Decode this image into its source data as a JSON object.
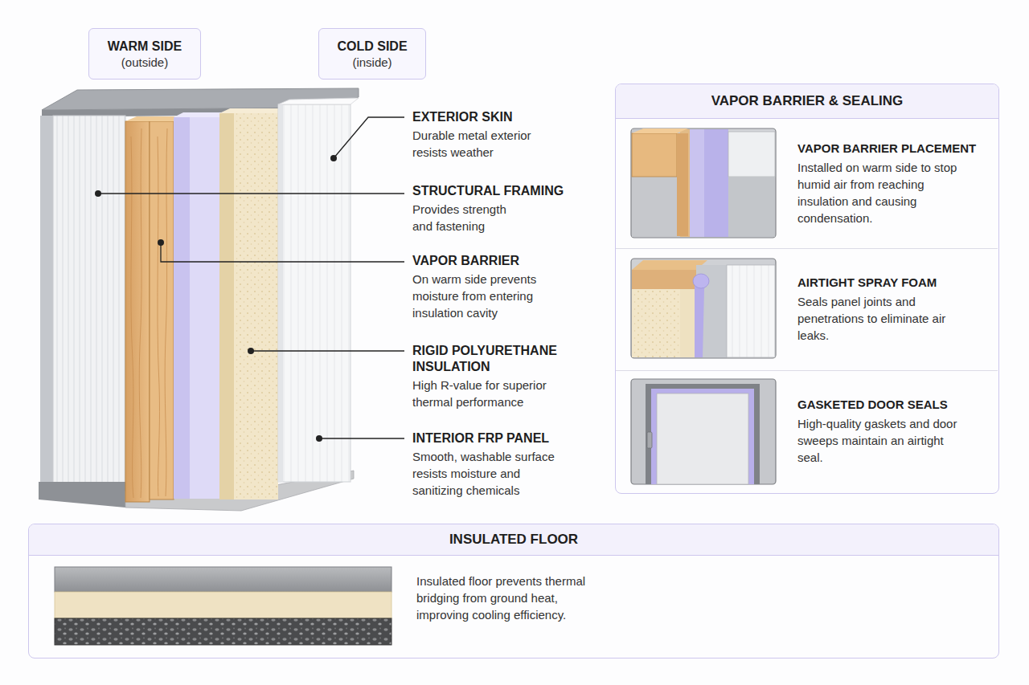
{
  "diagram": {
    "nodes": [
      {
        "text": [
          "WARM SIDE",
          "(outside)"
        ]
      },
      {
        "text": [
          "COLD SIDE",
          "(inside)"
        ]
      },
      {
        "text": [
          "VAPOR BARRIER & SEALING"
        ]
      },
      {
        "text": [
          "VAPOR BARRIER PLACEMENT",
          "Installed on warm side to stop humid air from reaching insulation and causing condensation."
        ],
        "in": 2
      },
      {
        "text": [
          "AIRTIGHT SPRAY FOAM",
          "Seals panel joints and penetrations to eliminate air leaks."
        ],
        "in": 2
      },
      {
        "text": [
          "GASKETED DOOR SEALS",
          "High-quality gaskets and door sweeps maintain an airtight seal."
        ],
        "in": 2
      },
      {
        "text": [
          "INSULATED FLOOR",
          "Insulated floor prevents thermal bridging from ground heat, improving cooling efficiency."
        ]
      }
    ],
    "labels": [
      "EXTERIOR SKIN",
      "Durable metal exterior resists weather",
      "STRUCTURAL FRAMING",
      "Provides strength and fastening",
      "VAPOR BARRIER",
      "On warm side prevents moisture from entering insulation cavity",
      "RIGID POLYURETHANE INSULATION",
      "High R-value for superior thermal performance",
      "INTERIOR FRP PANEL",
      "Smooth, washable surface resists moisture and sanitizing chemicals"
    ]
  }
}
